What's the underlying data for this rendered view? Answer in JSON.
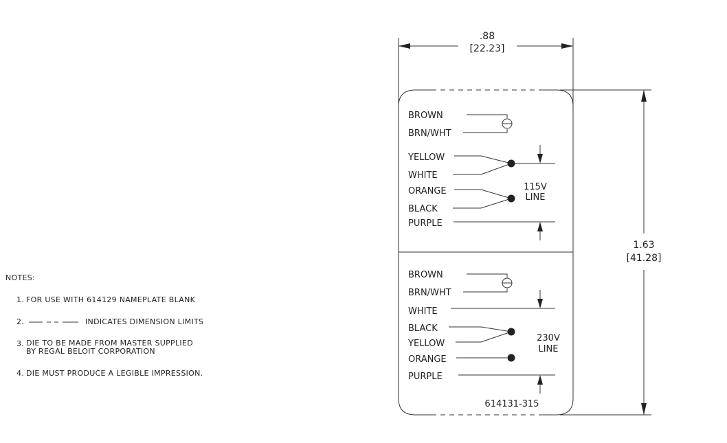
{
  "notes": {
    "heading": "NOTES:",
    "items": [
      {
        "num": "1.",
        "text": "FOR USE WITH 614129 NAMEPLATE BLANK"
      },
      {
        "num": "2.",
        "text": "INDICATES DIMENSION LIMITS"
      },
      {
        "num": "3.",
        "text": "DIE TO BE MADE FROM MASTER SUPPLIED BY REGAL BELOIT CORPORATION"
      },
      {
        "num": "4.",
        "text": "DIE MUST PRODUCE A LEGIBLE IMPRESSION."
      }
    ]
  },
  "dimensions": {
    "width_in": ".88",
    "width_mm": "[22.23]",
    "height_in": "1.63",
    "height_mm": "[41.28]"
  },
  "top_panel": {
    "wires": [
      "BROWN",
      "BRN/WHT",
      "YELLOW",
      "WHITE",
      "ORANGE",
      "BLACK",
      "PURPLE"
    ],
    "voltage": "115V",
    "line": "LINE"
  },
  "bottom_panel": {
    "wires": [
      "BROWN",
      "BRN/WHT",
      "WHITE",
      "BLACK",
      "YELLOW",
      "ORANGE",
      "PURPLE"
    ],
    "voltage": "230V",
    "line": "LINE",
    "part_number": "614131-315"
  }
}
